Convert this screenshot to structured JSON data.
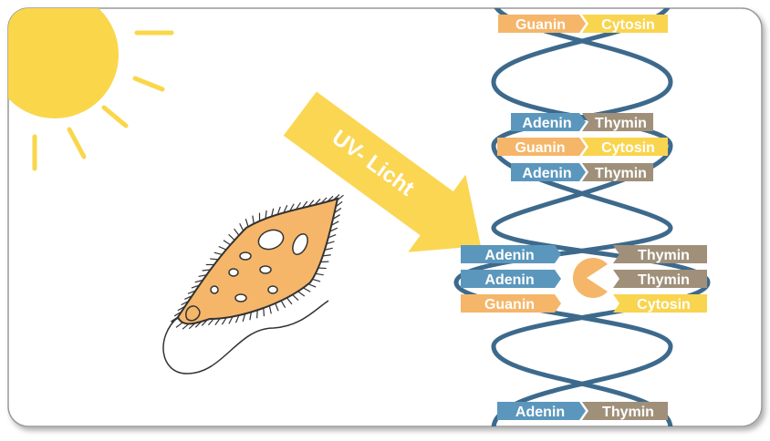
{
  "arrow": {
    "label": "UV- Licht"
  },
  "rungs": [
    {
      "left": "Guanin",
      "right": "Cytosin"
    },
    {
      "left": "Adenin",
      "right": "Thymin"
    },
    {
      "left": "Guanin",
      "right": "Cytosin"
    },
    {
      "left": "Adenin",
      "right": "Thymin"
    },
    {
      "left": "Adenin",
      "right": "Thymin"
    },
    {
      "left": "Adenin",
      "right": "Thymin"
    },
    {
      "left": "Guanin",
      "right": "Cytosin"
    },
    {
      "left": "Adenin",
      "right": "Thymin"
    }
  ],
  "colors": {
    "adenin": "#5b97bd",
    "thymin": "#a0907a",
    "guanin": "#f5b66a",
    "cytosin": "#f9d44e",
    "helix": "#3d6a8c",
    "sun": "#fad64a",
    "arrow": "#fbd653",
    "lesion": "#f5b66a",
    "organism": "#f5b66a",
    "card_border": "#9a9a9a"
  },
  "icons": {
    "sun": "sun-icon",
    "organism": "paramecium-icon",
    "lesion": "dna-damage-icon"
  }
}
